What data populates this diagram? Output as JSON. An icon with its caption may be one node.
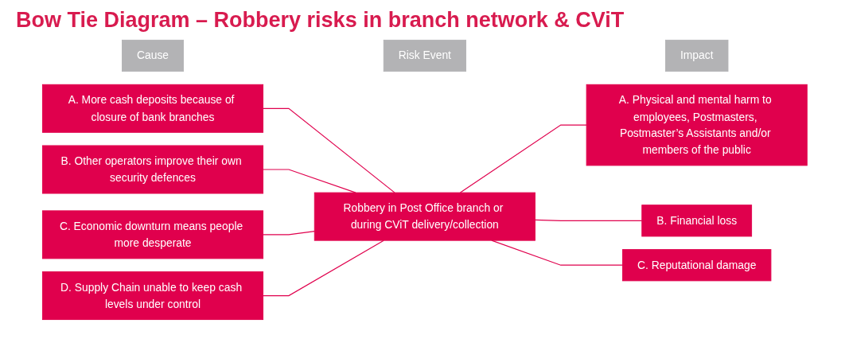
{
  "diagram": {
    "title": "Bow Tie Diagram – Robbery risks in branch network & CViT",
    "nodes": [
      {
        "text": [
          "Cause"
        ]
      },
      {
        "text": [
          "Risk Event"
        ]
      },
      {
        "text": [
          "Impact"
        ]
      },
      {
        "text": [
          "A. More cash deposits because of closure of bank branches"
        ]
      },
      {
        "text": [
          "B. Other operators improve their own security defences"
        ]
      },
      {
        "text": [
          "C. Economic downturn means people more desperate"
        ]
      },
      {
        "text": [
          "D. Supply Chain unable to keep cash levels under control"
        ]
      },
      {
        "text": [
          "Robbery in Post Office branch or during CViT delivery/collection"
        ]
      },
      {
        "text": [
          "A. Physical and mental harm to employees, Postmasters, Postmaster’s Assistants and/or members of the public"
        ]
      },
      {
        "text": [
          "B. Financial loss"
        ]
      },
      {
        "text": [
          "C. Reputational damage"
        ]
      }
    ],
    "edges": [
      {
        "from": 3,
        "to": 7,
        "arrow": "none"
      },
      {
        "from": 4,
        "to": 7,
        "arrow": "none"
      },
      {
        "from": 5,
        "to": 7,
        "arrow": "none"
      },
      {
        "from": 6,
        "to": 7,
        "arrow": "none"
      },
      {
        "from": 7,
        "to": 8,
        "arrow": "none"
      },
      {
        "from": 7,
        "to": 9,
        "arrow": "none"
      },
      {
        "from": 7,
        "to": 10,
        "arrow": "none"
      }
    ]
  }
}
